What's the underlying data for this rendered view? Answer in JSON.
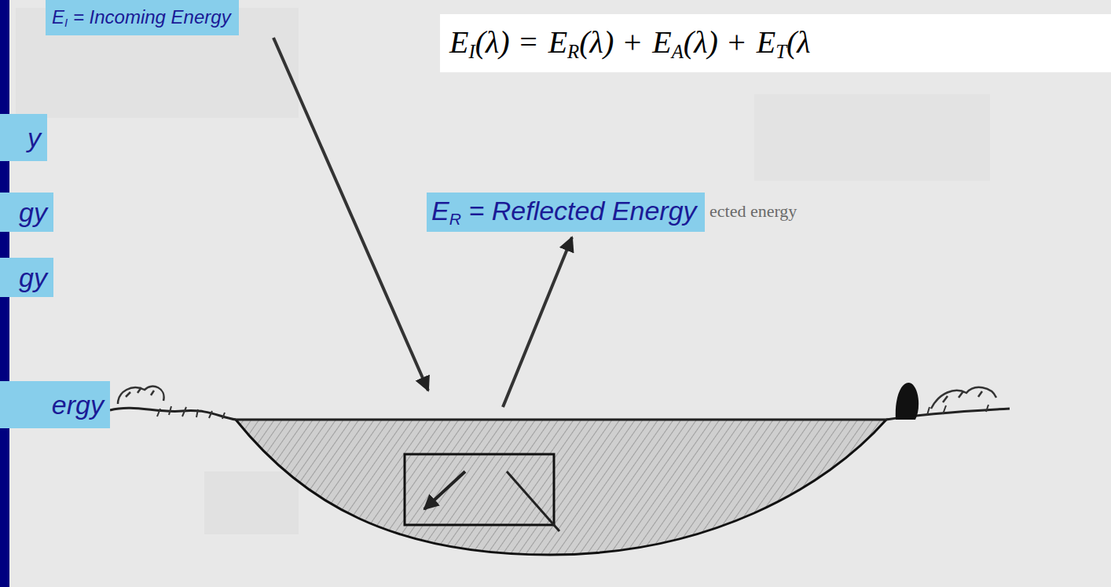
{
  "diagram": {
    "nodes": [
      {
        "text": [
          "E",
          "I",
          "= Incoming Energy"
        ]
      },
      {
        "text": [
          "E",
          "I",
          "(λ) =",
          "E",
          "R",
          "(λ) +",
          "E",
          "A",
          "(λ) +",
          "E",
          "T",
          "(λ"
        ]
      },
      {
        "text": [
          "y"
        ]
      },
      {
        "text": [
          "gy"
        ]
      },
      {
        "text": [
          "E",
          "R",
          "= Reflected Energy"
        ]
      },
      {
        "text": [
          "gy"
        ]
      },
      {
        "text": [
          "ergy"
        ]
      }
    ],
    "labels": [
      "ected energy"
    ]
  }
}
